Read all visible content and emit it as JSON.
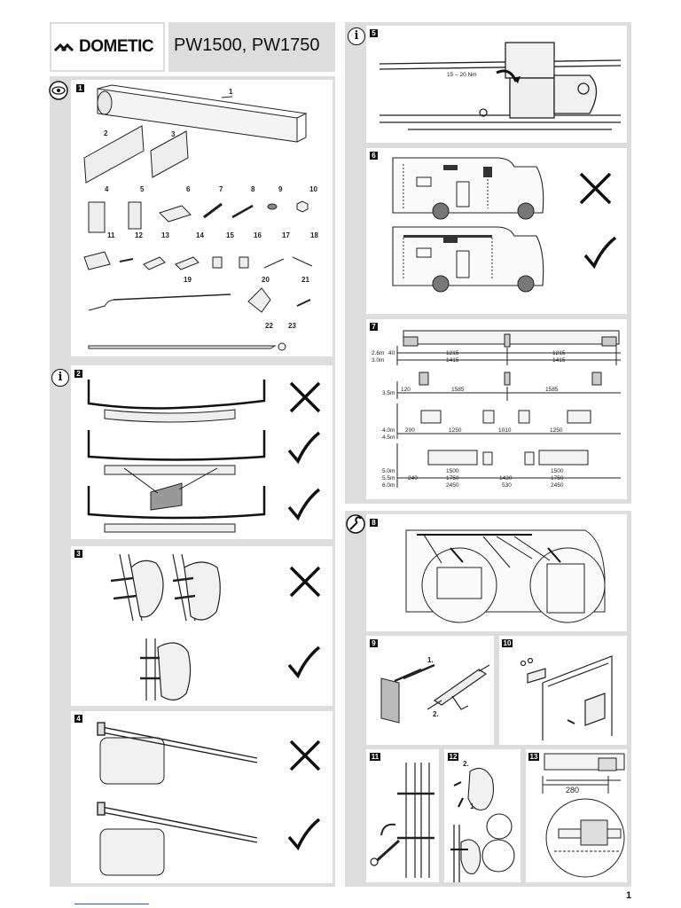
{
  "header": {
    "brand": "DOMETIC",
    "model": "PW1500, PW1750"
  },
  "steps": {
    "s1": "1",
    "s2": "2",
    "s3": "3",
    "s4": "4",
    "s5": "5",
    "s6": "6",
    "s7": "7",
    "s8": "8",
    "s9": "9",
    "s10": "10",
    "s11": "11",
    "s12": "12",
    "s13": "13"
  },
  "info_icon_glyph": "i",
  "parts": [
    "1",
    "2",
    "3",
    "4",
    "5",
    "6",
    "7",
    "8",
    "9",
    "10",
    "11",
    "12",
    "13",
    "14",
    "15",
    "16",
    "17",
    "18",
    "19",
    "20",
    "21",
    "22",
    "23"
  ],
  "step5": {
    "torque": "15 – 20 Nm"
  },
  "step7": {
    "rows": [
      {
        "length": "2.6m",
        "length2": "3.0m",
        "edge": "40",
        "a": "1215",
        "a2": "1415",
        "b": "1215",
        "b2": "1415"
      },
      {
        "length": "3.5m",
        "edge": "120",
        "a": "1585",
        "b": "1585"
      },
      {
        "length": "4.0m",
        "length2": "4.5m",
        "edge": "200",
        "a": "1250",
        "mid": "1010",
        "b": "1250"
      },
      {
        "length": "5.0m",
        "length2": "5.5m",
        "length3": "6.0m",
        "edge": "240",
        "a": "1500",
        "a2": "1750",
        "a3": "2450",
        "mid": "1430",
        "mid2": "530",
        "b": "1500",
        "b2": "1750",
        "b3": "2450"
      }
    ]
  },
  "step9": {
    "sub1": "1.",
    "sub2": "2."
  },
  "step12": {
    "sub1": "2.",
    "sub2": "1."
  },
  "step13": {
    "distance": "280"
  },
  "footer": {
    "page": "1"
  }
}
